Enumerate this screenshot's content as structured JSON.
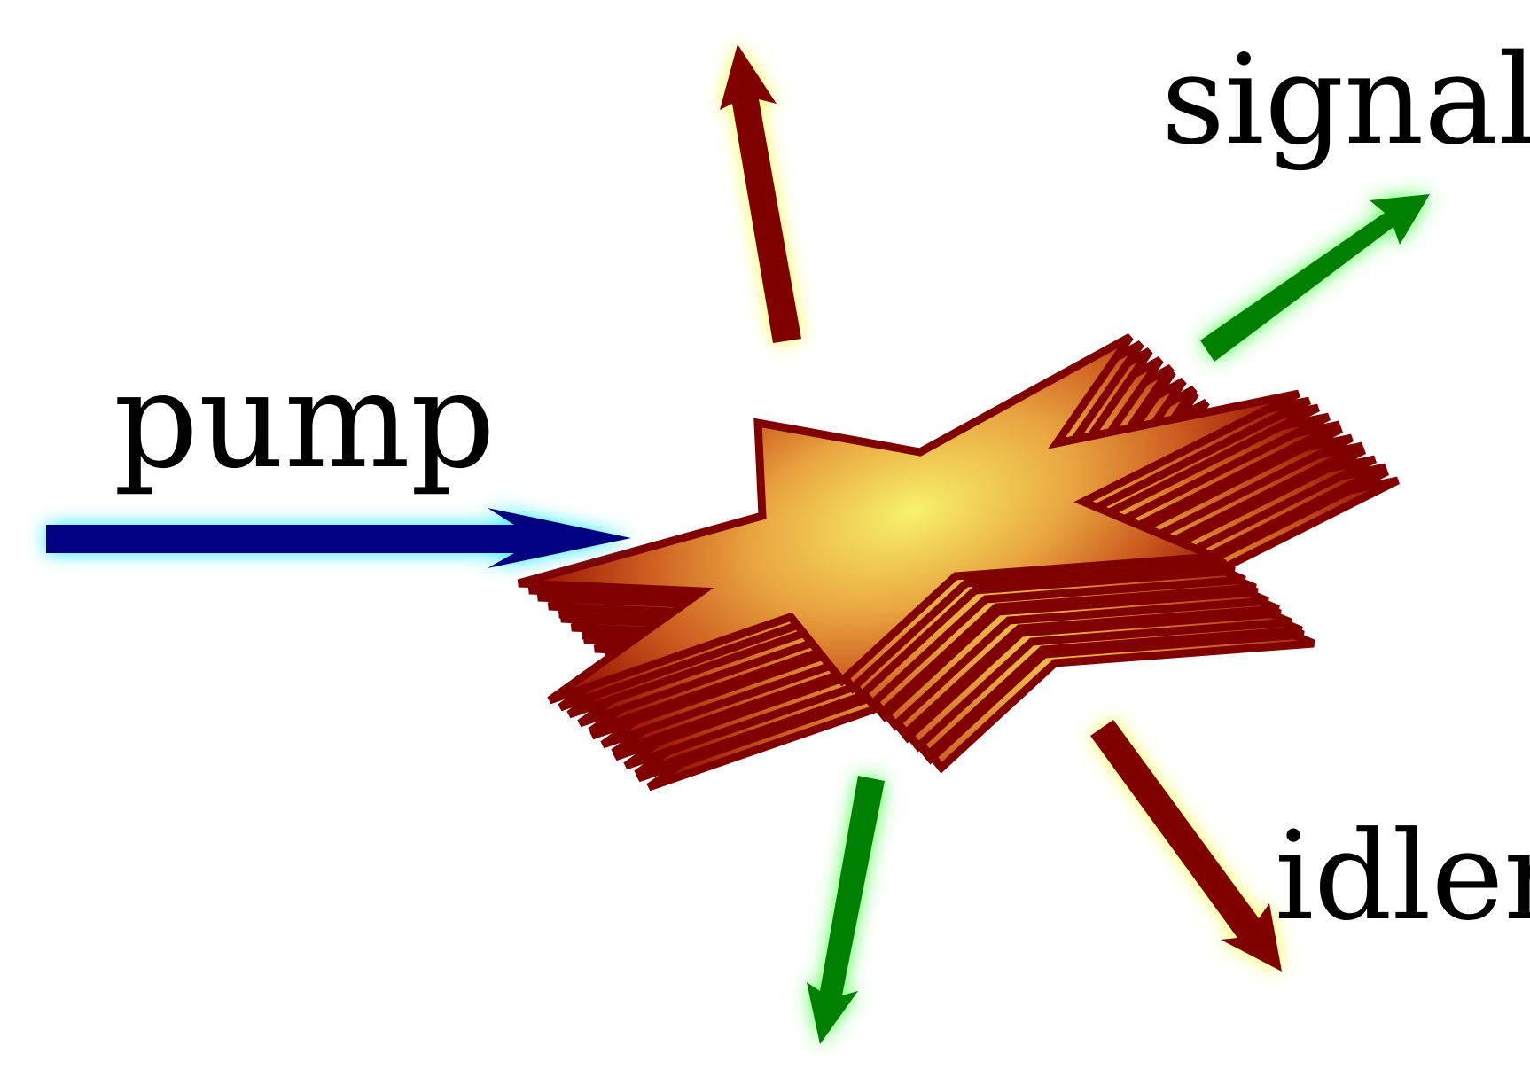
{
  "labels": {
    "pump": "pump",
    "signal": "signal",
    "idler": "idler"
  },
  "colors": {
    "pump_arrow": "#000080",
    "pump_glow": "#00e5ff",
    "signal_arrow": "#008000",
    "signal_glow": "#33ff33",
    "idler_arrow": "#800000",
    "idler_glow": "#ffff33",
    "crystal_center": "#f7f26a",
    "crystal_mid": "#e08a2a",
    "crystal_edge": "#a01e08",
    "crystal_outline": "#800000",
    "crystal_layer_blue": "#000080"
  }
}
